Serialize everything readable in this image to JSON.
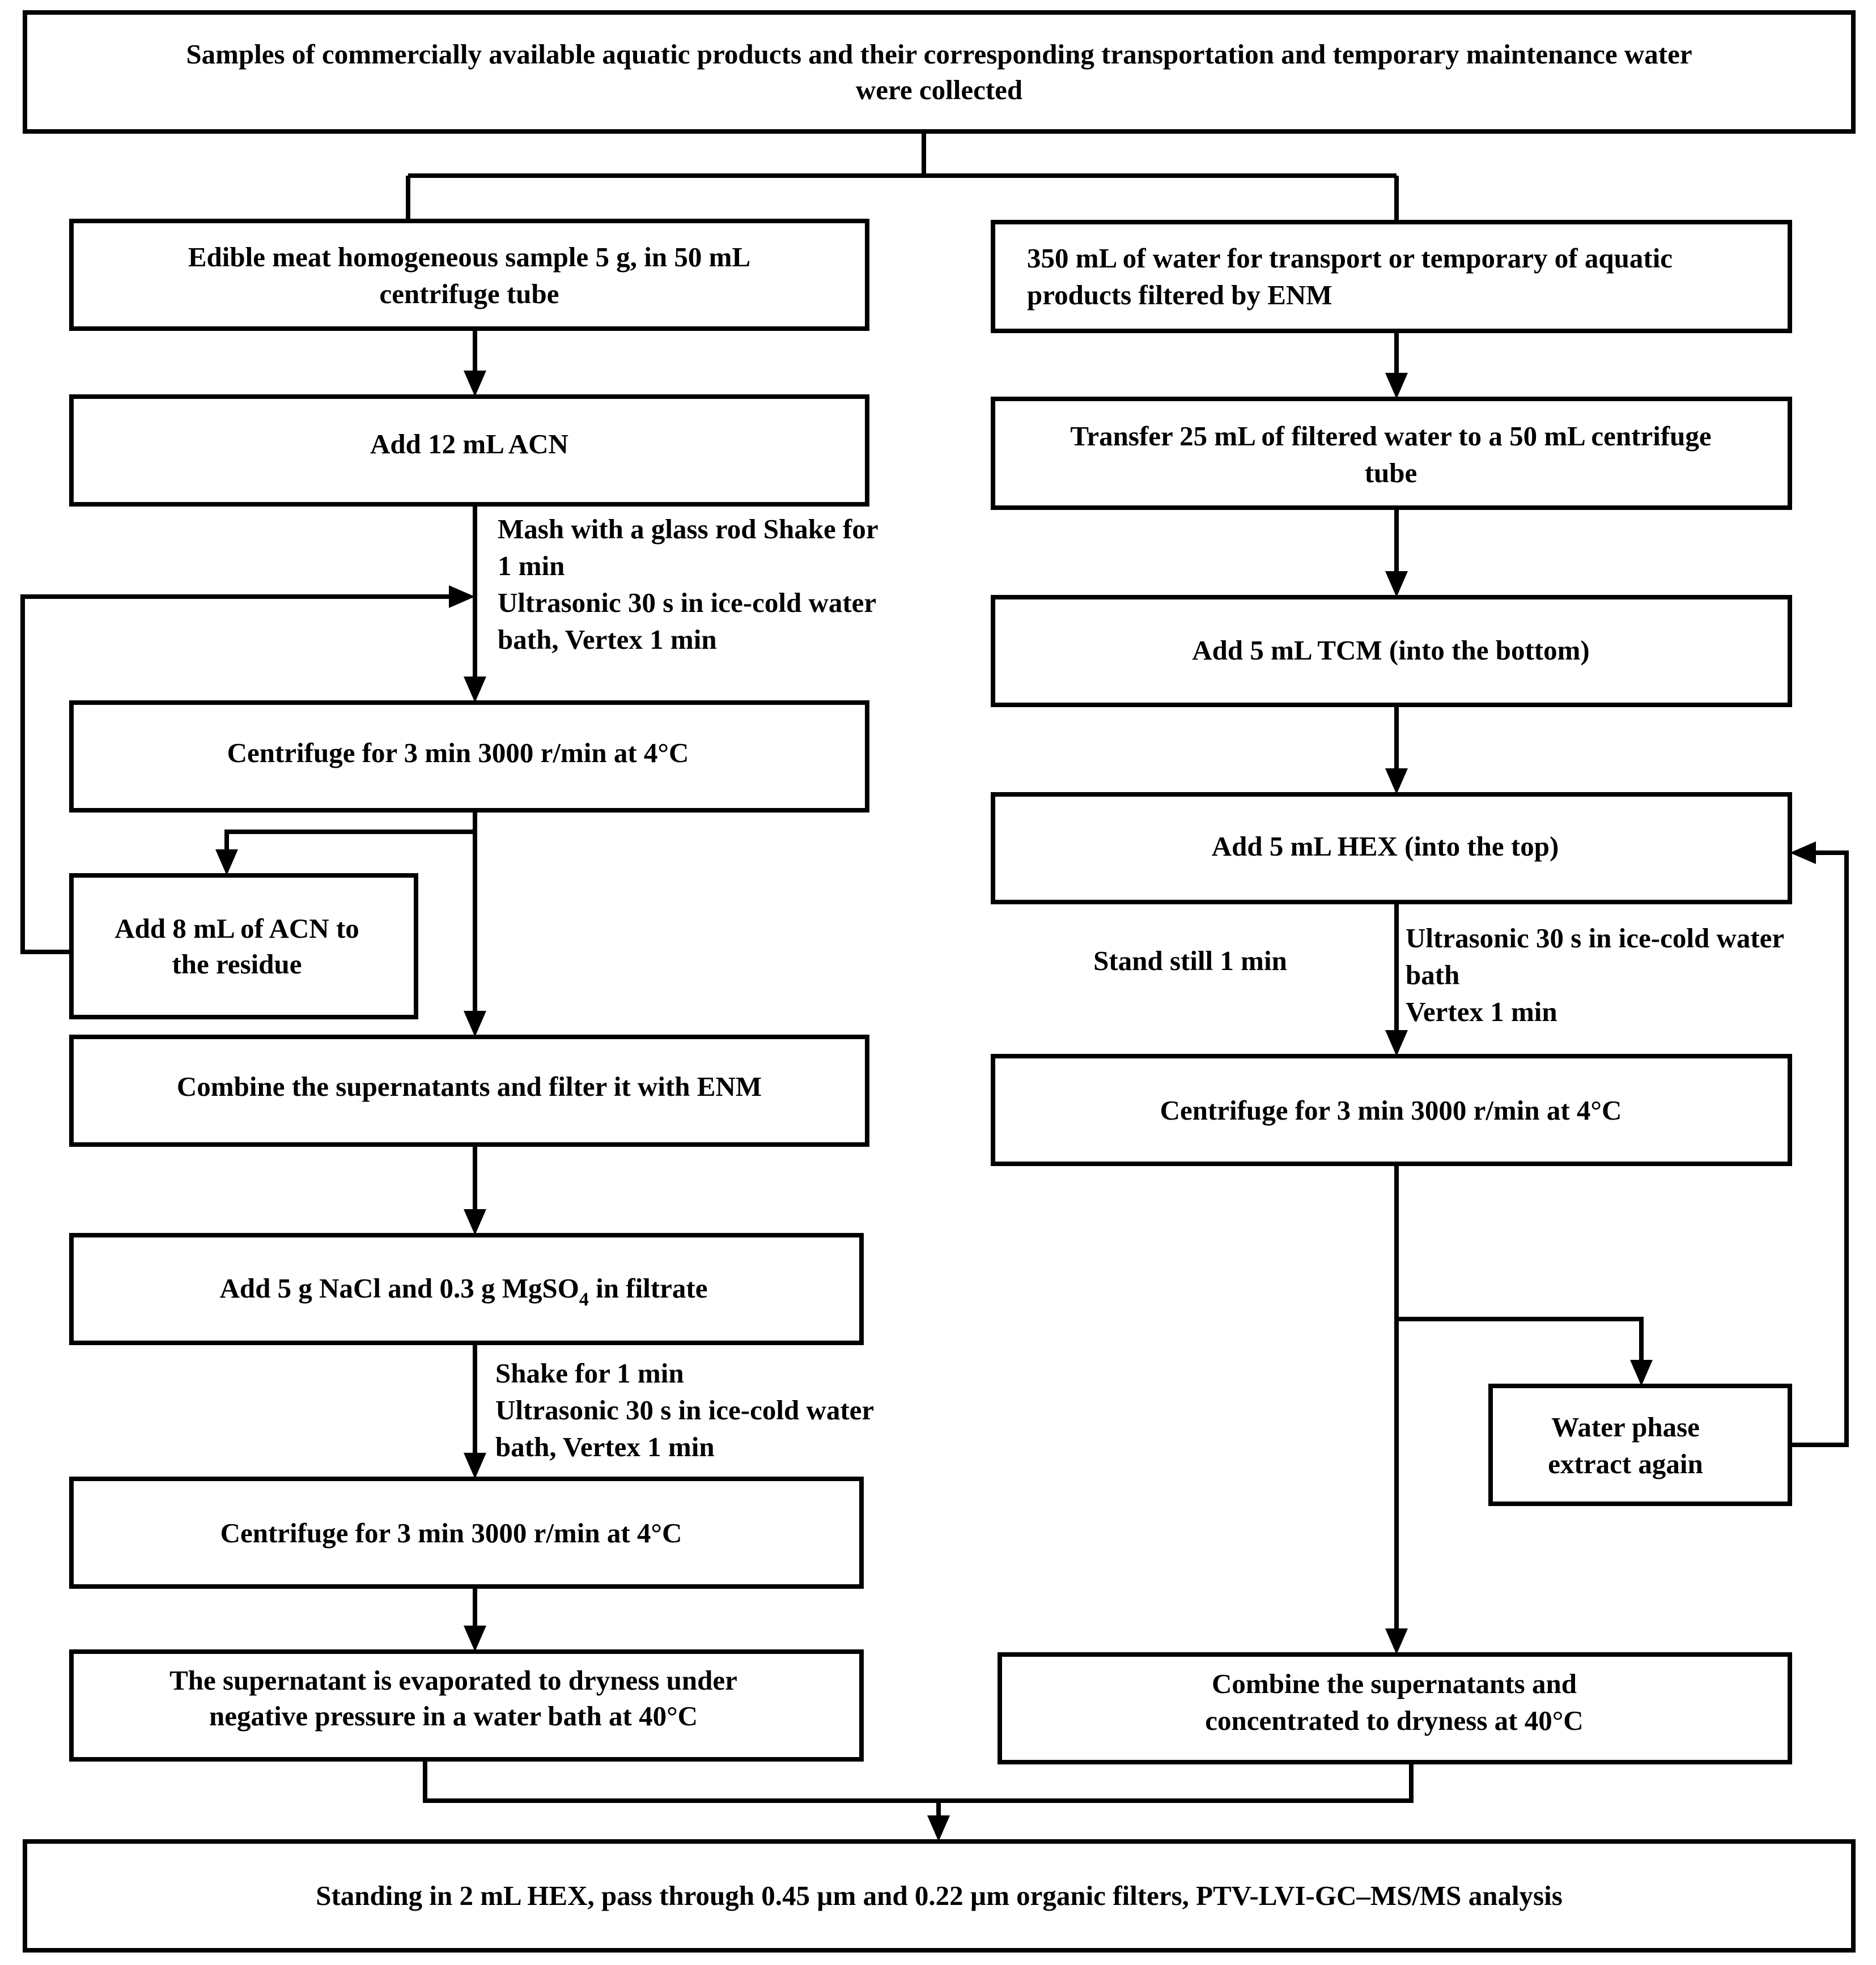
{
  "colors": {
    "stroke": "#000000",
    "background": "#ffffff"
  },
  "top_box": {
    "line1": "Samples of commercially available aquatic products and their corresponding transportation and temporary maintenance water",
    "line2": "were collected"
  },
  "left": {
    "b1": {
      "line1": "Edible meat homogeneous sample 5 g, in 50 mL",
      "line2": "centrifuge tube"
    },
    "b2": {
      "line1": "Add 12 mL ACN"
    },
    "note1": {
      "line1": "Mash with a glass rod  Shake for",
      "line2": "1 min",
      "line3": "Ultrasonic 30 s in ice-cold water",
      "line4": "bath, Vertex 1 min"
    },
    "b3": {
      "line1": "Centrifuge for 3 min 3000 r/min at 4°C"
    },
    "b4": {
      "line1": "Add 8 mL of ACN to",
      "line2": "the residue"
    },
    "b5": {
      "line1": "Combine the supernatants and filter it with ENM"
    },
    "b6": {
      "prefix": "Add 5 g NaCl and 0.3 g MgSO",
      "subscript": "4",
      "suffix": " in filtrate"
    },
    "note2": {
      "line1": "Shake for 1 min",
      "line2": "Ultrasonic 30 s in ice-cold water",
      "line3": "bath, Vertex 1 min"
    },
    "b7": {
      "line1": "Centrifuge for 3 min 3000 r/min at 4°C"
    },
    "b8": {
      "line1": "The supernatant is evaporated to dryness under",
      "line2": "negative pressure in a water bath at 40°C"
    }
  },
  "right": {
    "b1": {
      "line1": "350 mL of water for transport or temporary of aquatic",
      "line2": "products filtered by ENM"
    },
    "b2": {
      "line1": "Transfer 25 mL of filtered water to a 50 mL centrifuge",
      "line2": "tube"
    },
    "b3": {
      "line1": "Add 5 mL TCM (into the bottom)"
    },
    "b4": {
      "line1": "Add 5 mL HEX (into the top)"
    },
    "note_left": {
      "line1": "Stand still 1 min"
    },
    "note_right": {
      "line1": "Ultrasonic 30 s in ice-cold water",
      "line2": "bath",
      "line3": "Vertex 1 min"
    },
    "b5": {
      "line1": "Centrifuge for 3 min 3000 r/min at 4°C"
    },
    "b6": {
      "line1": "Water phase",
      "line2": "extract again"
    },
    "b7": {
      "line1": "Combine the supernatants and",
      "line2": "concentrated to dryness at 40°C"
    }
  },
  "bottom_box": {
    "line1": "Standing in 2 mL HEX, pass through 0.45 µm and 0.22 µm organic filters, PTV-LVI-GC–MS/MS analysis"
  }
}
